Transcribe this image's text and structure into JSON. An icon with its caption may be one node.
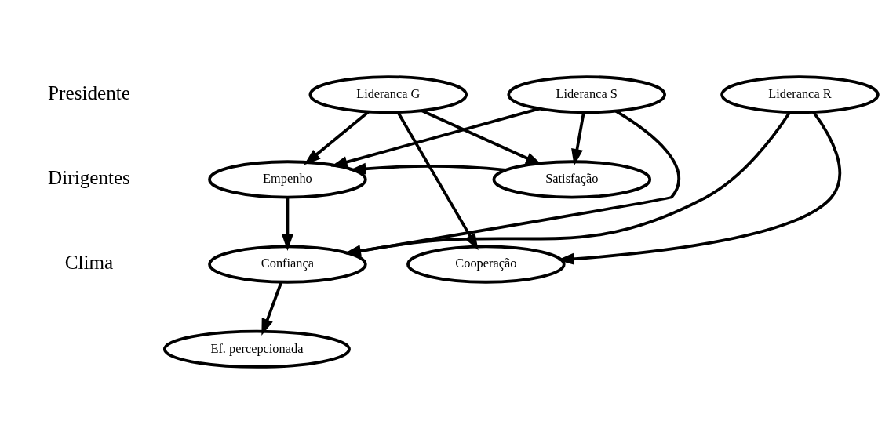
{
  "diagram": {
    "nodes": [
      {
        "text": [
          "Lideranca G"
        ]
      },
      {
        "text": [
          "Lideranca S"
        ]
      },
      {
        "text": [
          "Lideranca R"
        ]
      },
      {
        "text": [
          "Satisfação"
        ]
      },
      {
        "text": [
          "Empenho"
        ]
      },
      {
        "text": [
          "Confiança"
        ]
      },
      {
        "text": [
          "Cooperação"
        ]
      },
      {
        "text": [
          "Ef. percepcionada"
        ]
      }
    ],
    "edges": [
      {
        "from": 0,
        "to": 3,
        "arrow": "to"
      },
      {
        "from": 0,
        "to": 4,
        "arrow": "to"
      },
      {
        "from": 0,
        "to": 6,
        "arrow": "to"
      },
      {
        "from": 1,
        "to": 3,
        "arrow": "to"
      },
      {
        "from": 1,
        "to": 4,
        "arrow": "to"
      },
      {
        "from": 1,
        "to": 5,
        "arrow": "to"
      },
      {
        "from": 2,
        "to": 5,
        "arrow": "to"
      },
      {
        "from": 2,
        "to": 6,
        "arrow": "to"
      },
      {
        "from": 3,
        "to": 4,
        "arrow": "to"
      },
      {
        "from": 4,
        "to": 5,
        "arrow": "to"
      },
      {
        "from": 5,
        "to": 7,
        "arrow": "to"
      }
    ],
    "labels": [
      "Presidente",
      "Dirigentes",
      "Clima"
    ]
  }
}
